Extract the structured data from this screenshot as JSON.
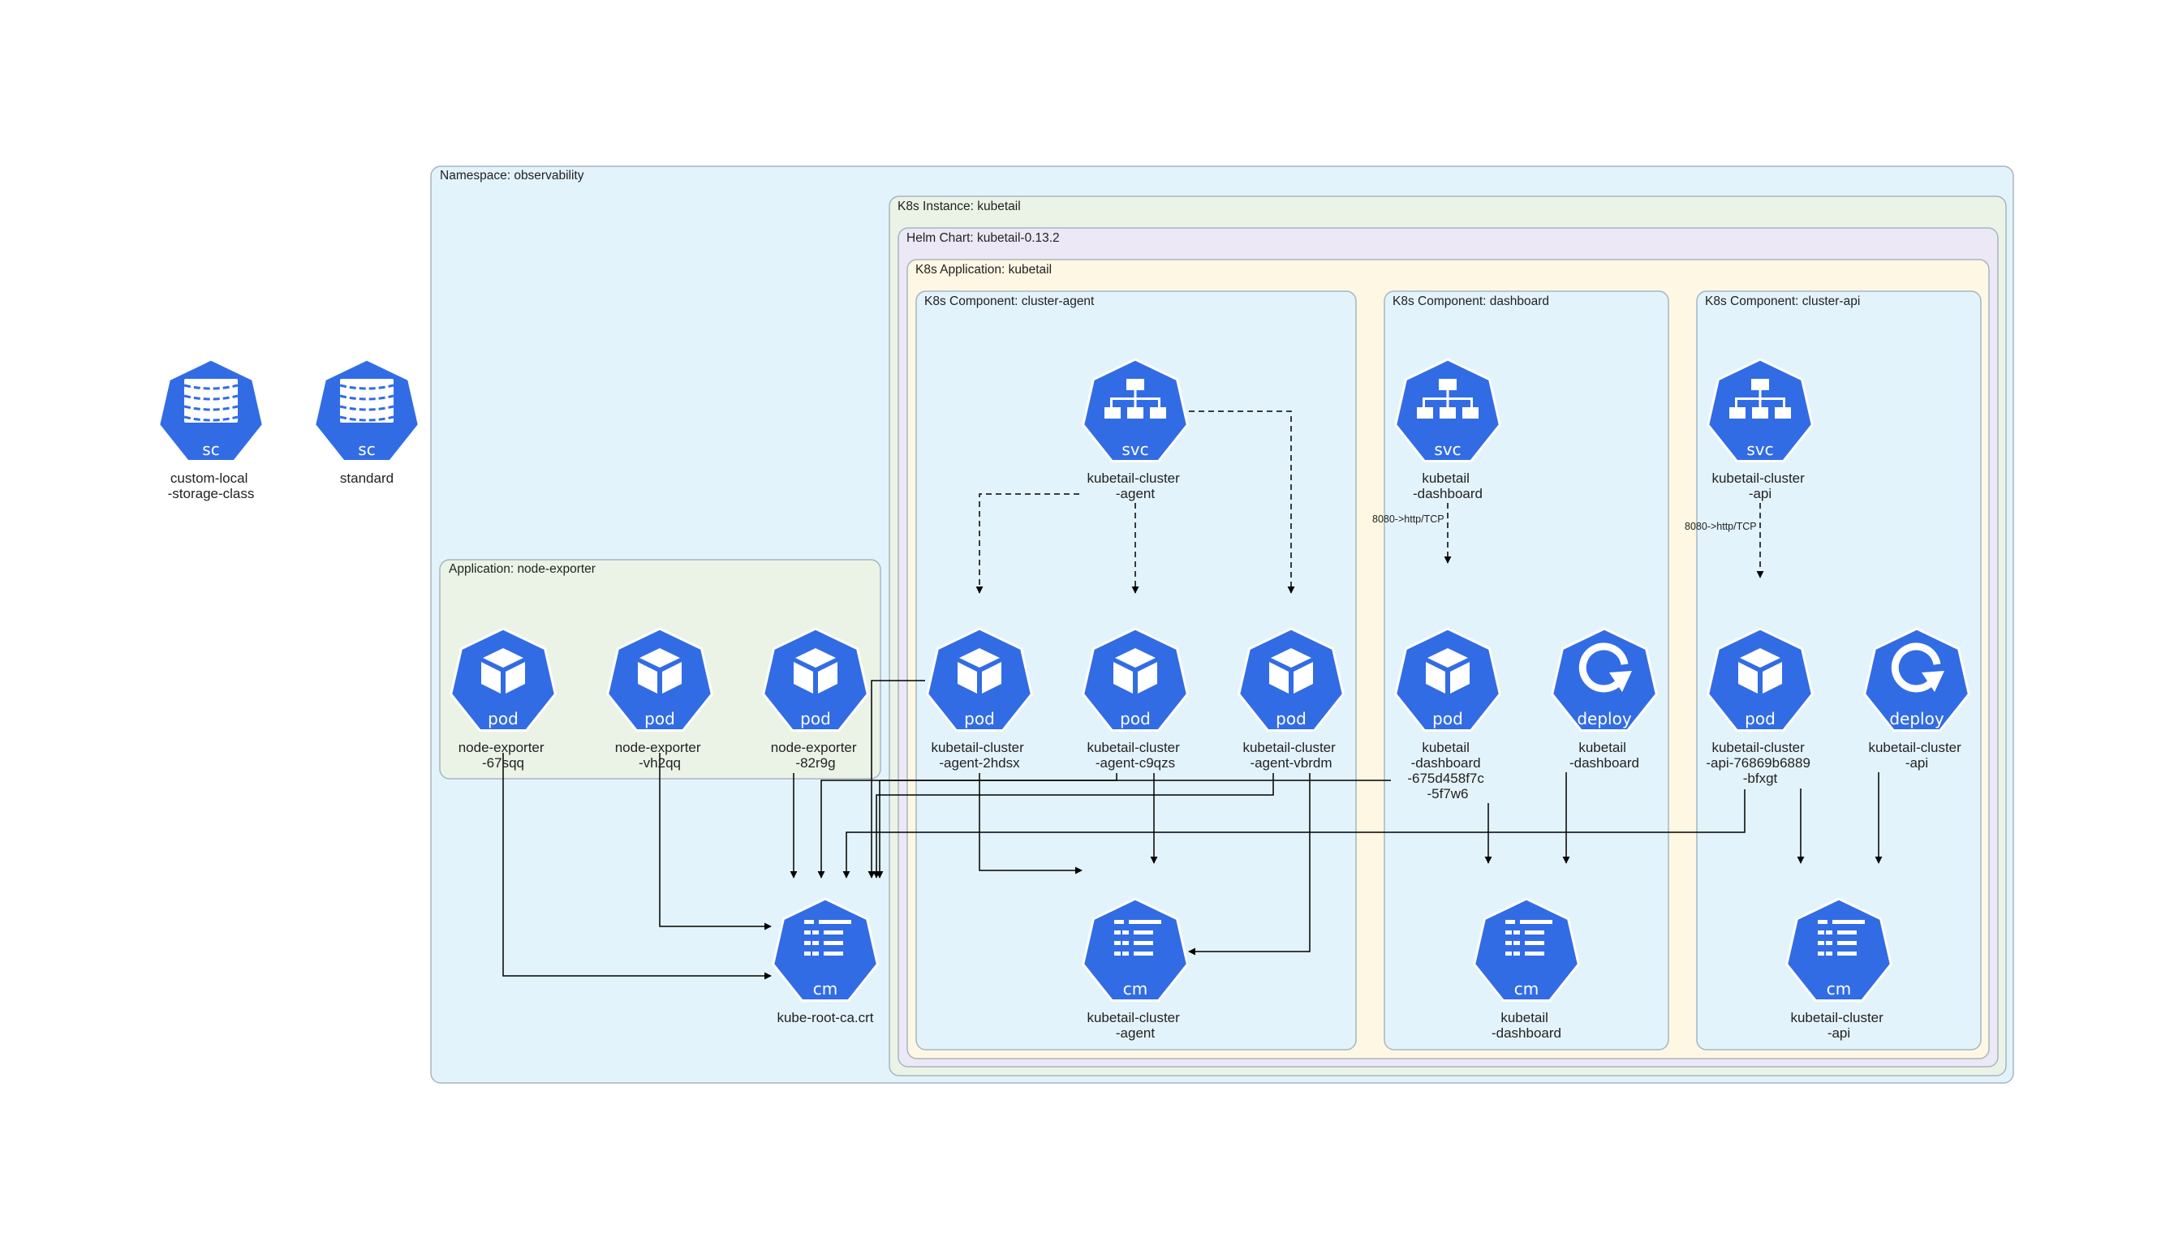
{
  "colors": {
    "k8s_blue": "#326ce5",
    "namespace_fill": "#e3f3fb",
    "instance_fill": "#ebf3e7",
    "chart_fill": "#ece8f6",
    "application_fill": "#fdf7e3",
    "component_fill": "#e3f3fb",
    "app_node_exporter_fill": "#ebf3e7",
    "border": "#a6b6c2",
    "edge": "#000000"
  },
  "storage_classes": [
    {
      "id": "sc-custom",
      "icon": "storage-class-icon",
      "kind": "sc",
      "label": [
        "custom-local",
        "-storage-class"
      ]
    },
    {
      "id": "sc-standard",
      "icon": "storage-class-icon",
      "kind": "sc",
      "label": [
        "standard"
      ]
    }
  ],
  "clusters": {
    "namespace": "Namespace: observability",
    "app_node_exporter": "Application: node-exporter",
    "instance": "K8s Instance: kubetail",
    "helm_chart": "Helm Chart: kubetail-0.13.2",
    "application": "K8s Application: kubetail",
    "comp_agent": "K8s Component: cluster-agent",
    "comp_dashboard": "K8s Component: dashboard",
    "comp_api": "K8s Component: cluster-api"
  },
  "nodes": [
    {
      "id": "pod-ne-67sqq",
      "icon": "pod-icon",
      "kind": "pod",
      "label": [
        "node-exporter",
        "-67sqq"
      ]
    },
    {
      "id": "pod-ne-vh2qq",
      "icon": "pod-icon",
      "kind": "pod",
      "label": [
        "node-exporter",
        "-vh2qq"
      ]
    },
    {
      "id": "pod-ne-82r9g",
      "icon": "pod-icon",
      "kind": "pod",
      "label": [
        "node-exporter",
        "-82r9g"
      ]
    },
    {
      "id": "cm-root-ca",
      "icon": "configmap-icon",
      "kind": "cm",
      "label": [
        "kube-root-ca.crt"
      ]
    },
    {
      "id": "svc-agent",
      "icon": "service-icon",
      "kind": "svc",
      "label": [
        "kubetail-cluster",
        "-agent"
      ]
    },
    {
      "id": "pod-agent-2hdsx",
      "icon": "pod-icon",
      "kind": "pod",
      "label": [
        "kubetail-cluster",
        "-agent-2hdsx"
      ]
    },
    {
      "id": "pod-agent-c9qzs",
      "icon": "pod-icon",
      "kind": "pod",
      "label": [
        "kubetail-cluster",
        "-agent-c9qzs"
      ]
    },
    {
      "id": "pod-agent-vbrdm",
      "icon": "pod-icon",
      "kind": "pod",
      "label": [
        "kubetail-cluster",
        "-agent-vbrdm"
      ]
    },
    {
      "id": "cm-agent",
      "icon": "configmap-icon",
      "kind": "cm",
      "label": [
        "kubetail-cluster",
        "-agent"
      ]
    },
    {
      "id": "svc-dashboard",
      "icon": "service-icon",
      "kind": "svc",
      "label": [
        "kubetail",
        "-dashboard"
      ]
    },
    {
      "id": "pod-dashboard",
      "icon": "pod-icon",
      "kind": "pod",
      "label": [
        "kubetail",
        "-dashboard",
        "-675d458f7c",
        "-5f7w6"
      ]
    },
    {
      "id": "deploy-dashboard",
      "icon": "deploy-icon",
      "kind": "deploy",
      "label": [
        "kubetail",
        "-dashboard"
      ]
    },
    {
      "id": "cm-dashboard",
      "icon": "configmap-icon",
      "kind": "cm",
      "label": [
        "kubetail",
        "-dashboard"
      ]
    },
    {
      "id": "svc-api",
      "icon": "service-icon",
      "kind": "svc",
      "label": [
        "kubetail-cluster",
        "-api"
      ]
    },
    {
      "id": "pod-api",
      "icon": "pod-icon",
      "kind": "pod",
      "label": [
        "kubetail-cluster",
        "-api-76869b6889",
        "-bfxgt"
      ]
    },
    {
      "id": "deploy-api",
      "icon": "deploy-icon",
      "kind": "deploy",
      "label": [
        "kubetail-cluster",
        "-api"
      ]
    },
    {
      "id": "cm-api",
      "icon": "configmap-icon",
      "kind": "cm",
      "label": [
        "kubetail-cluster",
        "-api"
      ]
    }
  ],
  "edges": [
    {
      "from": "svc-agent",
      "to": "pod-agent-2hdsx",
      "style": "dashed"
    },
    {
      "from": "svc-agent",
      "to": "pod-agent-c9qzs",
      "style": "dashed"
    },
    {
      "from": "svc-agent",
      "to": "pod-agent-vbrdm",
      "style": "dashed"
    },
    {
      "from": "svc-dashboard",
      "to": "pod-dashboard",
      "style": "dashed",
      "label": "8080->http/TCP"
    },
    {
      "from": "svc-api",
      "to": "pod-api",
      "style": "dashed",
      "label": "8080->http/TCP"
    },
    {
      "from": "pod-ne-67sqq",
      "to": "cm-root-ca",
      "style": "solid"
    },
    {
      "from": "pod-ne-vh2qq",
      "to": "cm-root-ca",
      "style": "solid"
    },
    {
      "from": "pod-ne-82r9g",
      "to": "cm-root-ca",
      "style": "solid"
    },
    {
      "from": "pod-agent-2hdsx",
      "to": "cm-root-ca",
      "style": "solid"
    },
    {
      "from": "pod-agent-c9qzs",
      "to": "cm-root-ca",
      "style": "solid"
    },
    {
      "from": "pod-agent-vbrdm",
      "to": "cm-root-ca",
      "style": "solid"
    },
    {
      "from": "pod-dashboard",
      "to": "cm-root-ca",
      "style": "solid"
    },
    {
      "from": "pod-api",
      "to": "cm-root-ca",
      "style": "solid"
    },
    {
      "from": "pod-agent-2hdsx",
      "to": "cm-agent",
      "style": "solid"
    },
    {
      "from": "pod-agent-c9qzs",
      "to": "cm-agent",
      "style": "solid"
    },
    {
      "from": "pod-agent-vbrdm",
      "to": "cm-agent",
      "style": "solid"
    },
    {
      "from": "pod-dashboard",
      "to": "cm-dashboard",
      "style": "solid"
    },
    {
      "from": "deploy-dashboard",
      "to": "cm-dashboard",
      "style": "solid"
    },
    {
      "from": "pod-api",
      "to": "cm-api",
      "style": "solid"
    },
    {
      "from": "deploy-api",
      "to": "cm-api",
      "style": "solid"
    }
  ]
}
